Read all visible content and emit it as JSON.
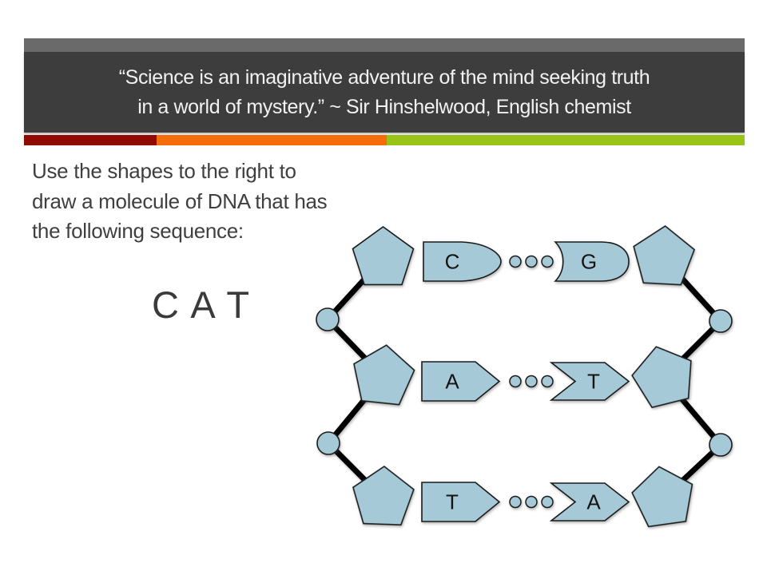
{
  "header": {
    "quote_line1": "“Science is an imaginative adventure of the mind seeking truth",
    "quote_line2": "in a world of mystery.” ~ Sir Hinshelwood, English chemist",
    "colors": {
      "band_top": "#6A6A6A",
      "band_main": "#3D3D3D",
      "stripe_red": "#8F0B04",
      "stripe_orange": "#F46D0A",
      "stripe_green": "#97C416"
    }
  },
  "body": {
    "instruction_lines": [
      "Use the shapes to the right to",
      "draw a molecule of DNA that has",
      "the following sequence:"
    ],
    "sequence": "C A T"
  },
  "diagram": {
    "shape_fill": "#A5C9D6",
    "shape_stroke": "#1B1B1B",
    "bond_color": "#000000",
    "rows": [
      {
        "left_base": "C",
        "right_base": "G",
        "left_shape": "bullet",
        "right_shape": "socket"
      },
      {
        "left_base": "A",
        "right_base": "T",
        "left_shape": "arrow",
        "right_shape": "chevron"
      },
      {
        "left_base": "T",
        "right_base": "A",
        "left_shape": "arrow",
        "right_shape": "chevron"
      }
    ]
  }
}
